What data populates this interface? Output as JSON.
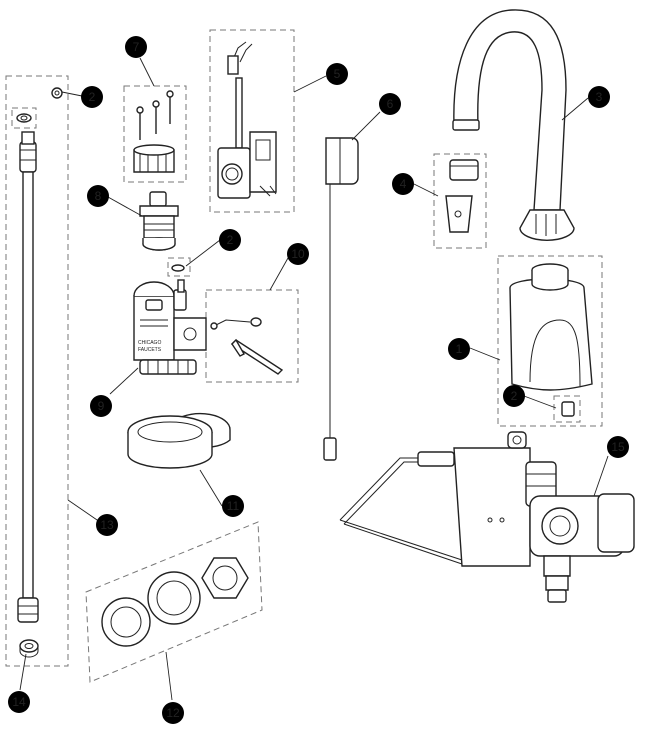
{
  "callouts": {
    "c1": "1",
    "c2a": "2",
    "c2b": "2",
    "c2c": "2",
    "c3": "3",
    "c4": "4",
    "c5": "5",
    "c6": "6",
    "c7": "7",
    "c8": "8",
    "c9": "9",
    "c10": "10",
    "c11": "11",
    "c12": "12",
    "c13": "13",
    "c14": "14",
    "c15": "15"
  },
  "parts": {
    "valve_logo_line1": "CHICAGO",
    "valve_logo_line2": "FAUCETS"
  }
}
